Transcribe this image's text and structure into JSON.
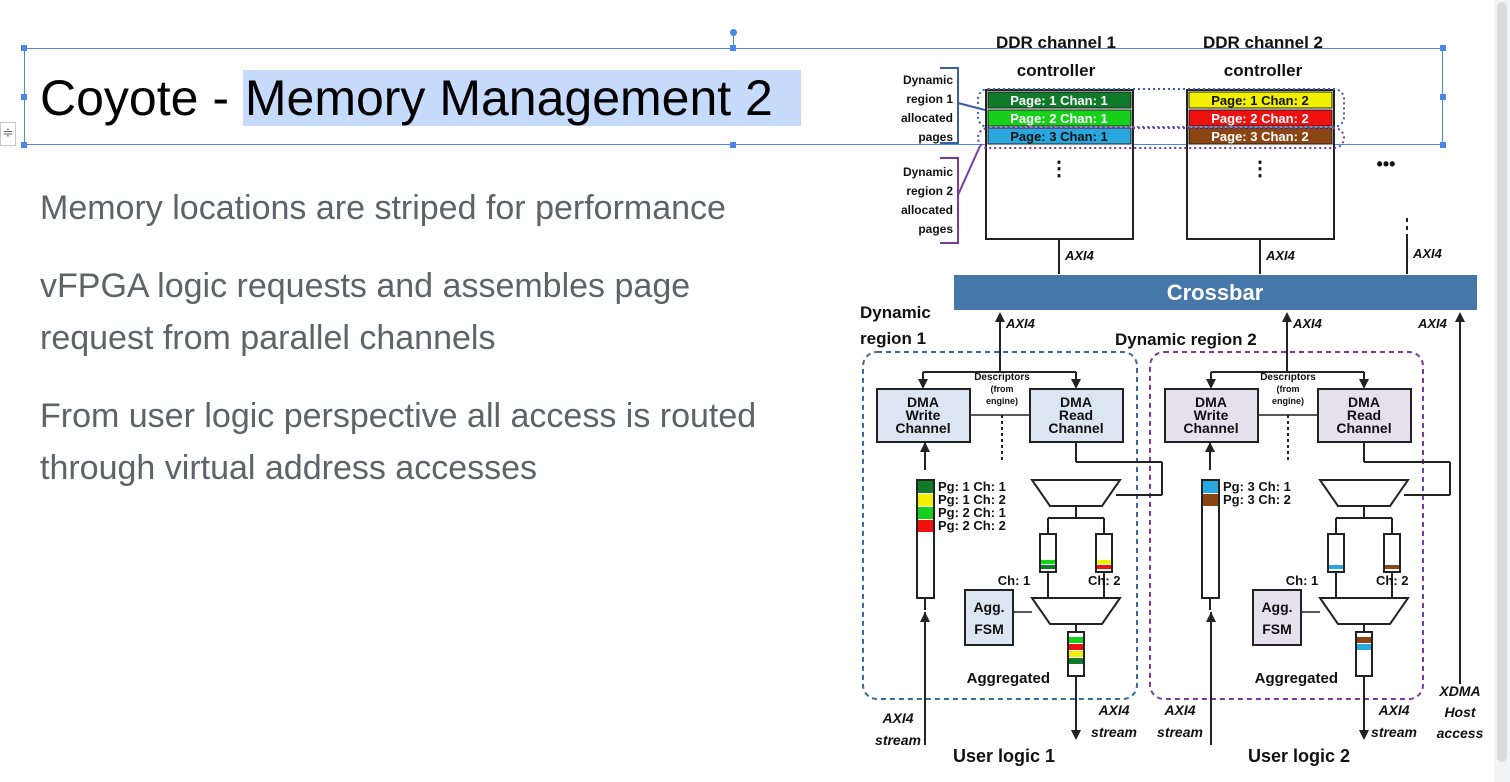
{
  "slide": {
    "title_prefix": "Coyote - ",
    "title_highlight": "Memory Management 2",
    "bullets": [
      "Memory locations are striped for performance",
      "vFPGA logic requests and assembles page request from parallel channels",
      "From user logic perspective all access is routed through virtual address accesses"
    ]
  },
  "ui": {
    "side_handle_icon": "paragraph-icon"
  },
  "diagram": {
    "ddr1": [
      "DDR channel 1",
      "controller"
    ],
    "ddr2": [
      "DDR channel 2",
      "controller"
    ],
    "ddr1_pages": [
      "Page: 1 Chan: 1",
      "Page: 2 Chan: 1",
      "Page: 3 Chan: 1"
    ],
    "ddr2_pages": [
      "Page: 1 Chan: 2",
      "Page: 2 Chan: 2",
      "Page: 3 Chan: 2"
    ],
    "page_colors_ch1": [
      "#0f7a2a",
      "#16d01c",
      "#29a8e0"
    ],
    "page_colors_ch2": [
      "#f0f000",
      "#ef1010",
      "#8b4513"
    ],
    "dyn1_alloc": [
      "Dynamic",
      "region 1",
      "allocated",
      "pages"
    ],
    "dyn2_alloc": [
      "Dynamic",
      "region 2",
      "allocated",
      "pages"
    ],
    "vdots": "⋮",
    "more": "•••",
    "axi4": "AXI4",
    "crossbar": "Crossbar",
    "region1_label": [
      "Dynamic",
      "region 1"
    ],
    "region2_label": "Dynamic region 2",
    "descriptors": [
      "Descriptors",
      "(from",
      "engine)"
    ],
    "dma_write": [
      "DMA",
      "Write",
      "Channel"
    ],
    "dma_read": [
      "DMA",
      "Read",
      "Channel"
    ],
    "r1_fifo_labels": [
      "Pg: 1 Ch: 1",
      "Pg: 1 Ch: 2",
      "Pg: 2 Ch: 1",
      "Pg: 2 Ch: 2"
    ],
    "r2_fifo_labels": [
      "Pg: 3 Ch: 1",
      "Pg: 3 Ch: 2"
    ],
    "ch1": "Ch: 1",
    "ch2": "Ch: 2",
    "agg_fsm": [
      "Agg.",
      "FSM"
    ],
    "aggregated": "Aggregated",
    "axi4_stream": [
      "AXI4",
      "stream"
    ],
    "xdma": [
      "XDMA",
      "Host",
      "access"
    ],
    "user_logic_1": "User logic 1",
    "user_logic_2": "User logic 2"
  }
}
